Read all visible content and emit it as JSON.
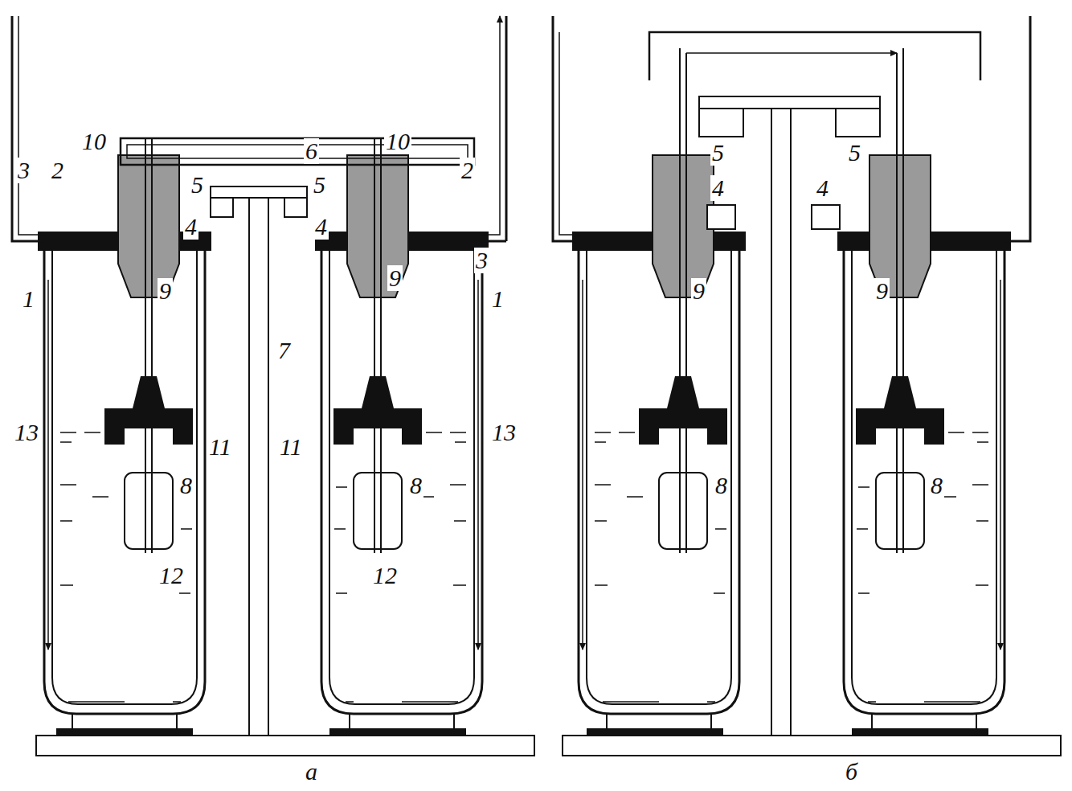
{
  "diagram": {
    "labels": [
      "10",
      "3",
      "2",
      "6",
      "5",
      "5",
      "10",
      "4",
      "4",
      "2",
      "3",
      "1",
      "9",
      "7",
      "9",
      "1",
      "13",
      "11",
      "11",
      "13",
      "8",
      "8",
      "12",
      "12",
      "а",
      "5",
      "5",
      "4",
      "4",
      "9",
      "9",
      "8",
      "8",
      "б"
    ]
  }
}
